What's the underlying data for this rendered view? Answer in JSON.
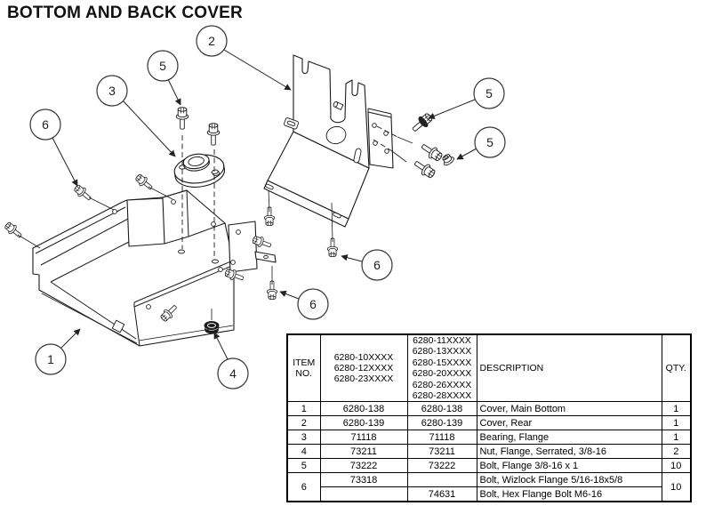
{
  "title": "BOTTOM AND BACK COVER",
  "colors": {
    "ink": "#1a1a1a",
    "paper": "#ffffff"
  },
  "diagram": {
    "balloons": [
      {
        "label": "1"
      },
      {
        "label": "2"
      },
      {
        "label": "3"
      },
      {
        "label": "4"
      },
      {
        "label": "5"
      },
      {
        "label": "5"
      },
      {
        "label": "5"
      },
      {
        "label": "6"
      },
      {
        "label": "6"
      },
      {
        "label": "6"
      }
    ]
  },
  "table": {
    "headers": {
      "item": "ITEM\nNO.",
      "models_a": "6280-10XXXX\n6280-12XXXX\n6280-23XXXX",
      "models_b": "6280-11XXXX\n6280-13XXXX\n6280-15XXXX\n6280-20XXXX\n6280-26XXXX\n6280-28XXXX",
      "description": "DESCRIPTION",
      "qty": "QTY."
    },
    "rows": [
      {
        "item": "1",
        "a": "6280-138",
        "b": "6280-138",
        "desc": "Cover, Main Bottom",
        "qty": "1"
      },
      {
        "item": "2",
        "a": "6280-139",
        "b": "6280-139",
        "desc": "Cover, Rear",
        "qty": "1"
      },
      {
        "item": "3",
        "a": "71118",
        "b": "71118",
        "desc": "Bearing, Flange",
        "qty": "1"
      },
      {
        "item": "4",
        "a": "73211",
        "b": "73211",
        "desc": "Nut, Flange, Serrated, 3/8-16",
        "qty": "2"
      },
      {
        "item": "5",
        "a": "73222",
        "b": "73222",
        "desc": "Bolt, Flange 3/8-16 x 1",
        "qty": "10"
      },
      {
        "item": "6",
        "a": "73318",
        "b": "",
        "desc": "Bolt, Wizlock Flange 5/16-18x5/8",
        "qty": "10"
      },
      {
        "item": "",
        "a": "",
        "b": "74631",
        "desc": "Bolt, Hex Flange Bolt M6-16",
        "qty": ""
      }
    ]
  }
}
